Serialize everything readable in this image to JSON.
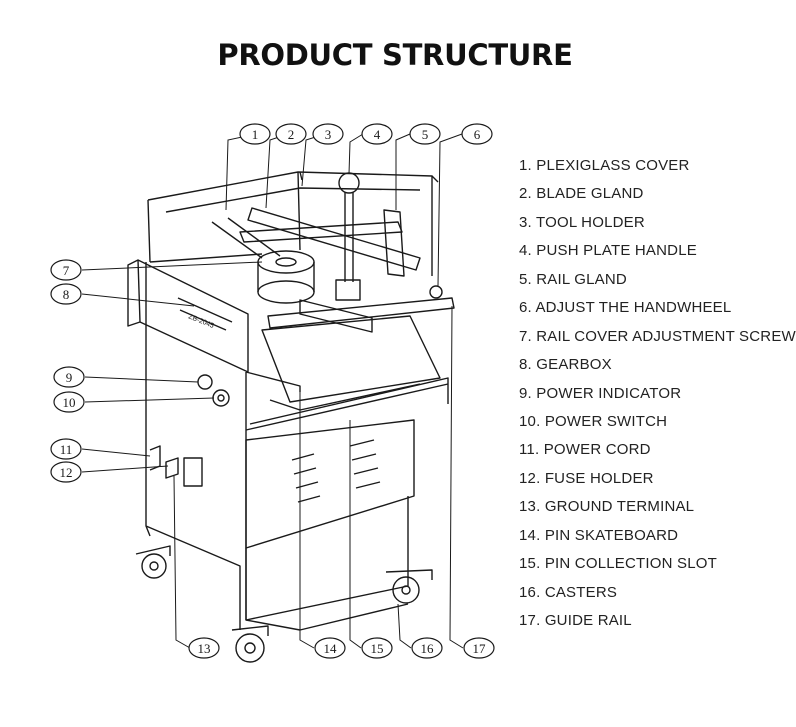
{
  "title": "PRODUCT STRUCTURE",
  "machine": {
    "plate_lines": [
      "ZB-2045"
    ]
  },
  "callouts": [
    "1",
    "2",
    "3",
    "4",
    "5",
    "6",
    "7",
    "8",
    "9",
    "10",
    "11",
    "12",
    "13",
    "14",
    "15",
    "16",
    "17"
  ],
  "legend": [
    "1. PLEXIGLASS COVER",
    "2. BLADE GLAND",
    "3. TOOL HOLDER",
    "4. PUSH PLATE HANDLE",
    "5. RAIL GLAND",
    "6. ADJUST THE HANDWHEEL",
    "7. RAIL COVER ADJUSTMENT SCREW",
    "8. GEARBOX",
    "9. POWER INDICATOR",
    "10. POWER SWITCH",
    "11. POWER CORD",
    "12. FUSE HOLDER",
    "13. GROUND TERMINAL",
    "14. PIN SKATEBOARD",
    "15. PIN COLLECTION SLOT",
    "16. CASTERS",
    "17. GUIDE RAIL"
  ]
}
